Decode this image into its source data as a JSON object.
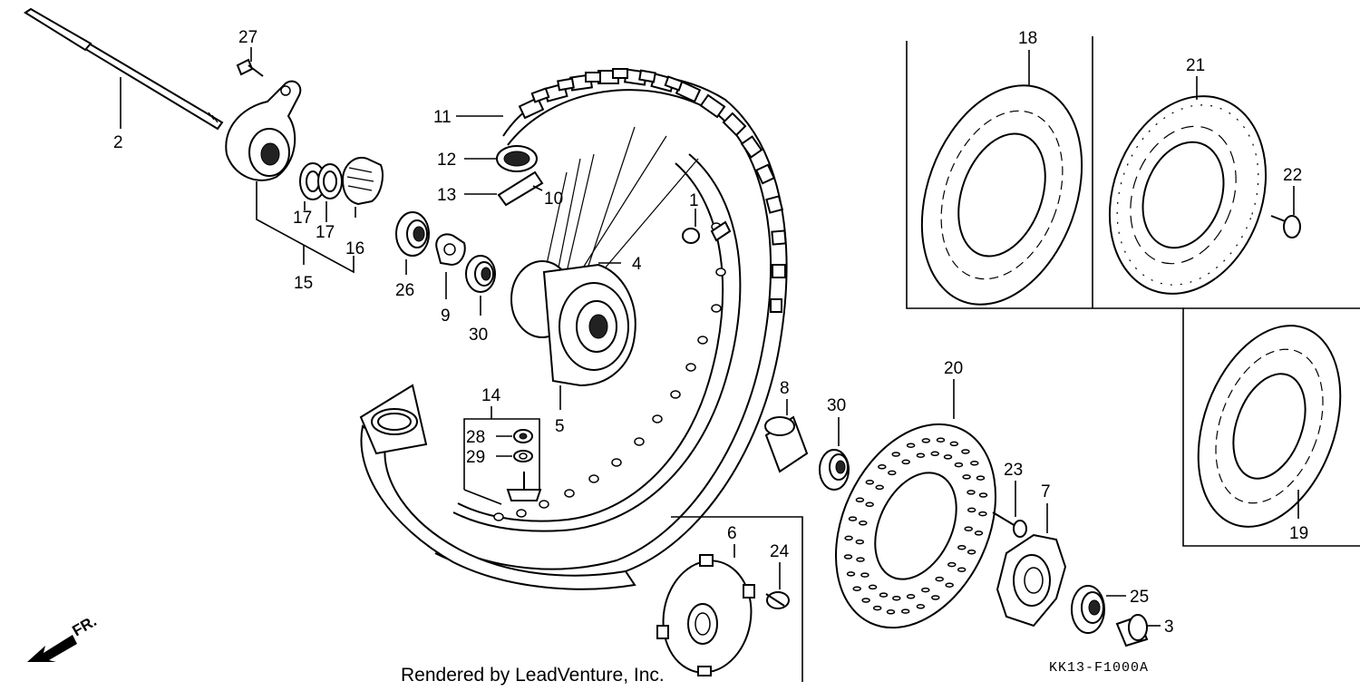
{
  "callouts": {
    "c1": "1",
    "c2": "2",
    "c3": "3",
    "c4": "4",
    "c5": "5",
    "c6": "6",
    "c7": "7",
    "c8": "8",
    "c9": "9",
    "c10": "10",
    "c11": "11",
    "c12": "12",
    "c13": "13",
    "c14": "14",
    "c15": "15",
    "c16": "16",
    "c17a": "17",
    "c17b": "17",
    "c18": "18",
    "c19": "19",
    "c20": "20",
    "c21": "21",
    "c22": "22",
    "c23": "23",
    "c24": "24",
    "c25": "25",
    "c26": "26",
    "c27": "27",
    "c28": "28",
    "c29": "29",
    "c30a": "30",
    "c30b": "30"
  },
  "footer": {
    "credit": "Rendered by LeadVenture, Inc.",
    "diagram_code": "KK13-F1000A",
    "direction": "FR."
  }
}
